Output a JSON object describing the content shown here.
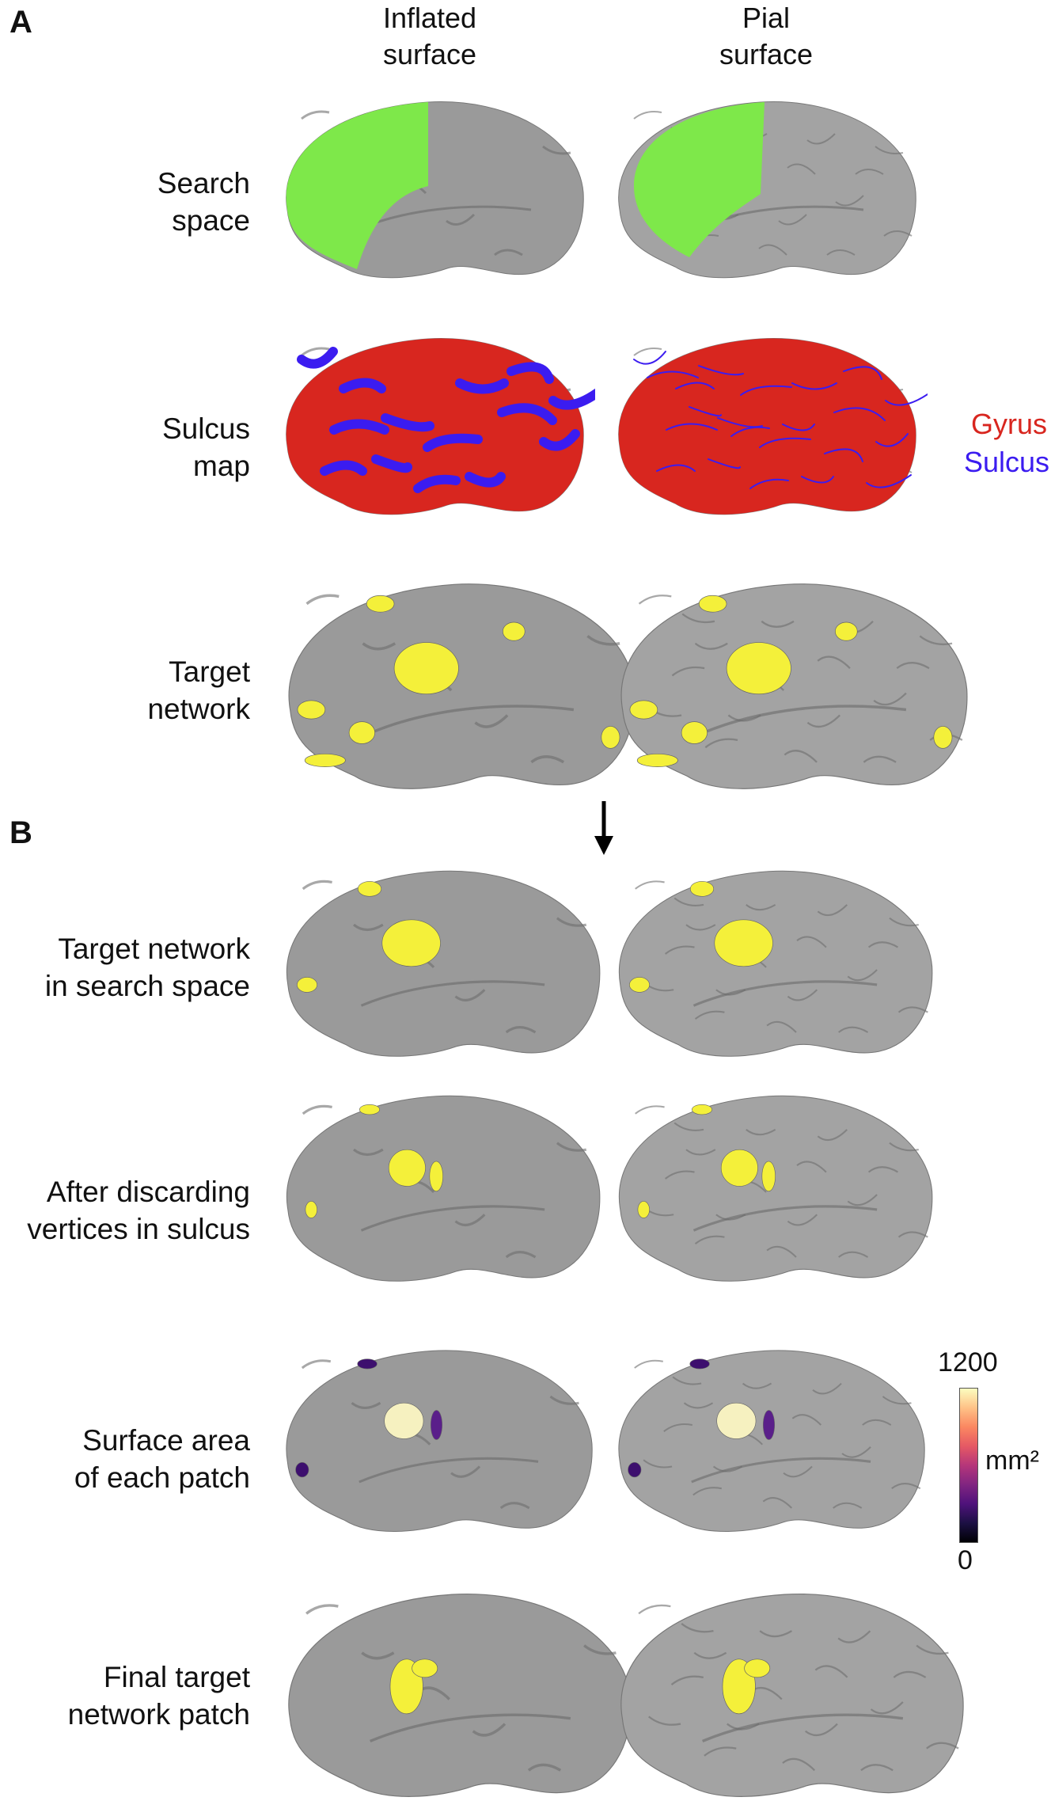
{
  "panels": {
    "a": "A",
    "b": "B"
  },
  "columns": {
    "inflated": "Inflated\nsurface",
    "pial": "Pial\nsurface"
  },
  "rows": [
    {
      "label": "Search\nspace",
      "overlay": "search"
    },
    {
      "label": "Sulcus\nmap",
      "overlay": "sulcus"
    },
    {
      "label": "Target\nnetwork",
      "overlay": "network"
    },
    {
      "label": "Target network\nin search space",
      "overlay": "insearch"
    },
    {
      "label": "After discarding\nvertices in sulcus",
      "overlay": "discard"
    },
    {
      "label": "Surface area\nof each patch",
      "overlay": "area"
    },
    {
      "label": "Final target\nnetwork patch",
      "overlay": "final"
    }
  ],
  "legend": {
    "gyrus": "Gyrus",
    "sulcus": "Sulcus"
  },
  "colorbar": {
    "max": "1200",
    "min": "0",
    "unit": "mm²",
    "min_value": 0,
    "max_value": 1200
  },
  "colors": {
    "cortex": "#9a9a9a",
    "search": "#7ee84a",
    "gyrus": "#d8261f",
    "sulcus": "#3b1cf0",
    "network": "#f4f03a",
    "area_high": "#f6f1c0",
    "area_low": "#3d0f6e"
  }
}
